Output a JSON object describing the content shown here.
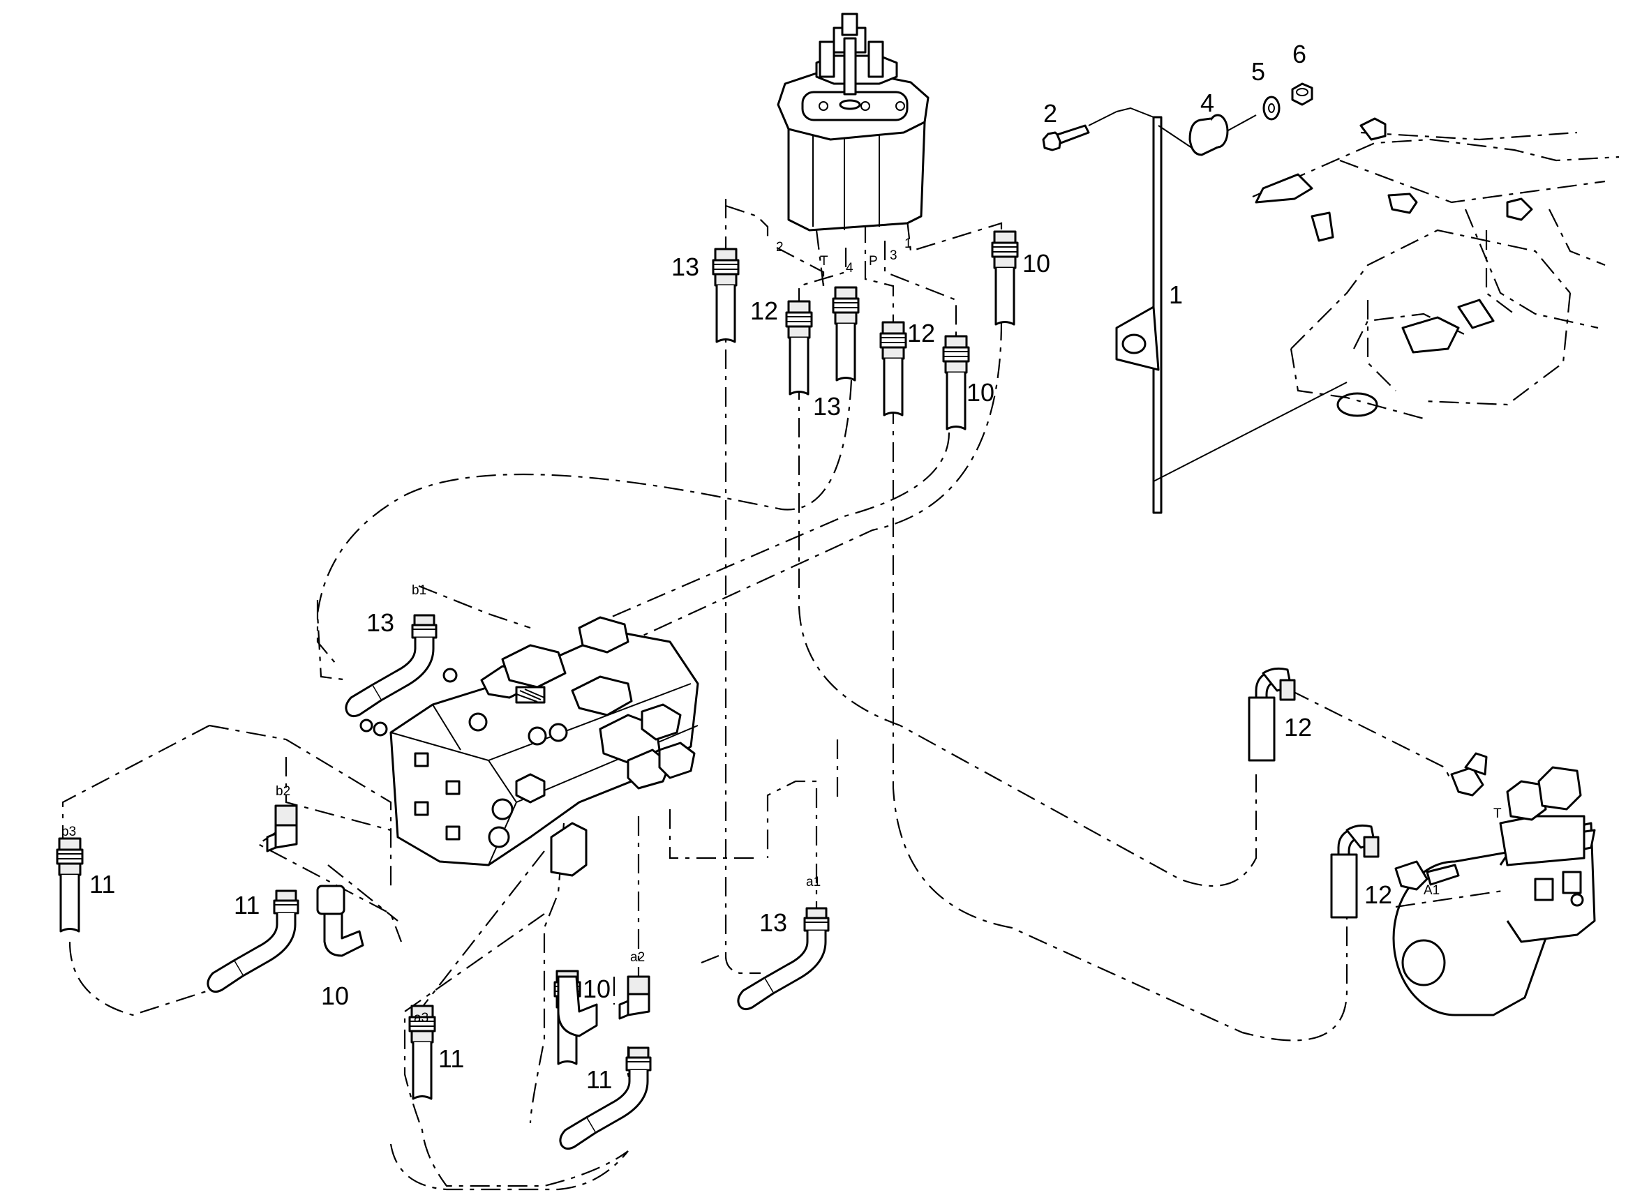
{
  "callouts": [
    {
      "text": "1"
    },
    {
      "text": "2"
    },
    {
      "text": "4"
    },
    {
      "text": "5"
    },
    {
      "text": "6"
    },
    {
      "text": "13"
    },
    {
      "text": "12"
    },
    {
      "text": "13"
    },
    {
      "text": "12"
    },
    {
      "text": "10"
    },
    {
      "text": "10"
    },
    {
      "text": "13"
    },
    {
      "text": "11"
    },
    {
      "text": "11"
    },
    {
      "text": "10"
    },
    {
      "text": "13"
    },
    {
      "text": "10"
    },
    {
      "text": "11"
    },
    {
      "text": "11"
    },
    {
      "text": "12"
    },
    {
      "text": "12"
    }
  ],
  "port_labels": [
    {
      "text": "2"
    },
    {
      "text": "T"
    },
    {
      "text": "4"
    },
    {
      "text": "P"
    },
    {
      "text": "3"
    },
    {
      "text": "1"
    },
    {
      "text": "b1"
    },
    {
      "text": "b2"
    },
    {
      "text": "b3"
    },
    {
      "text": "a1"
    },
    {
      "text": "a2"
    },
    {
      "text": "a3"
    },
    {
      "text": "T"
    },
    {
      "text": "A1"
    }
  ]
}
